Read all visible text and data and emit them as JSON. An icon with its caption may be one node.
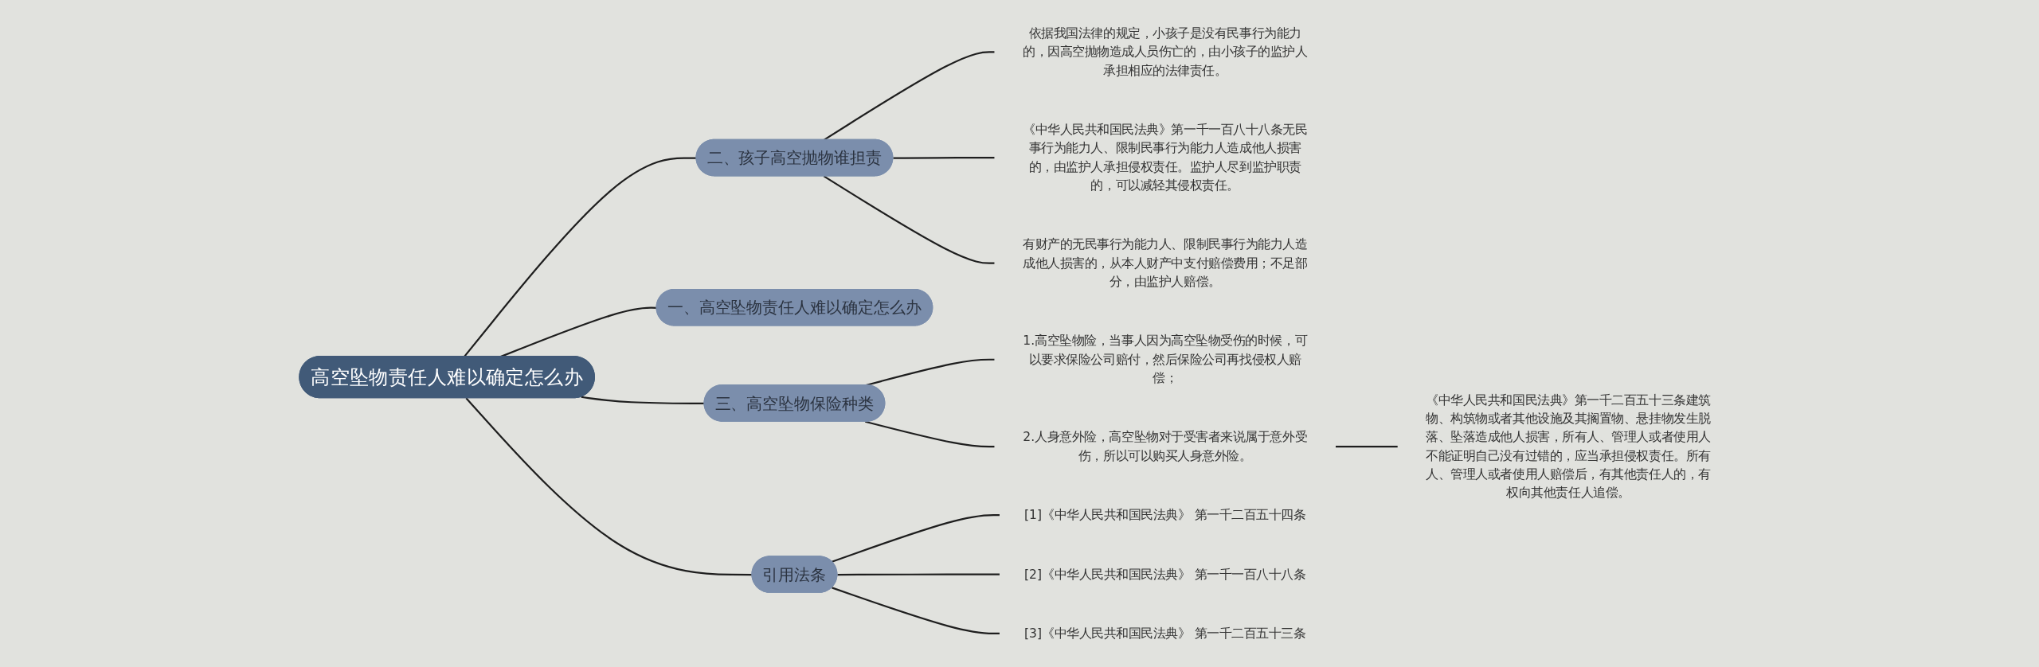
{
  "diagram": {
    "nodes": [
      {
        "text": [
          "高空坠物责任人难以确定怎么办"
        ]
      },
      {
        "text": [
          "二、孩子高空抛物谁担责"
        ]
      },
      {
        "text": [
          "依据我国法律的规定，小孩子是没有民事行为能力的，因高空抛物造成人员伤亡的，由小孩子的监护人承担相应的法律责任。"
        ]
      },
      {
        "text": [
          "《中华人民共和国民法典》第一千一百八十八条无民事行为能力人、限制民事行为能力人造成他人损害的，由监护人承担侵权责任。监护人尽到监护职责的，可以减轻其侵权责任。"
        ]
      },
      {
        "text": [
          "有财产的无民事行为能力人、限制民事行为能力人造成他人损害的，从本人财产中支付赔偿费用；不足部分，由监护人赔偿。"
        ]
      },
      {
        "text": [
          "一、高空坠物责任人难以确定怎么办"
        ]
      },
      {
        "text": [
          "三、高空坠物保险种类"
        ]
      },
      {
        "text": [
          "1.高空坠物险，当事人因为高空坠物受伤的时候，可以要求保险公司赔付，然后保险公司再找侵权人赔偿；"
        ]
      },
      {
        "text": [
          "2.人身意外险，高空坠物对于受害者来说属于意外受伤，所以可以购买人身意外险。"
        ]
      },
      {
        "text": [
          "《中华人民共和国民法典》第一千二百五十三条建筑物、构筑物或者其他设施及其搁置物、悬挂物发生脱落、坠落造成他人损害，所有人、管理人或者使用人不能证明自己没有过错的，应当承担侵权责任。所有人、管理人或者使用人赔偿后，有其他责任人的，有权向其他责任人追偿。"
        ]
      },
      {
        "text": [
          "引用法条"
        ]
      },
      {
        "text": [
          "[1]《中华人民共和国民法典》 第一千二百五十四条"
        ]
      },
      {
        "text": [
          "[2]《中华人民共和国民法典》 第一千一百八十八条"
        ]
      },
      {
        "text": [
          "[3]《中华人民共和国民法典》 第一千二百五十三条"
        ]
      }
    ],
    "edges": [
      {
        "from": 0,
        "to": 1,
        "arrow": "none"
      },
      {
        "from": 1,
        "to": 2,
        "arrow": "none"
      },
      {
        "from": 1,
        "to": 3,
        "arrow": "none"
      },
      {
        "from": 1,
        "to": 4,
        "arrow": "none"
      },
      {
        "from": 0,
        "to": 5,
        "arrow": "none"
      },
      {
        "from": 0,
        "to": 6,
        "arrow": "none"
      },
      {
        "from": 6,
        "to": 7,
        "arrow": "none"
      },
      {
        "from": 6,
        "to": 8,
        "arrow": "none"
      },
      {
        "from": 8,
        "to": 9,
        "arrow": "none"
      },
      {
        "from": 0,
        "to": 10,
        "arrow": "none"
      },
      {
        "from": 10,
        "to": 11,
        "arrow": "none"
      },
      {
        "from": 10,
        "to": 12,
        "arrow": "none"
      },
      {
        "from": 10,
        "to": 13,
        "arrow": "none"
      }
    ]
  }
}
